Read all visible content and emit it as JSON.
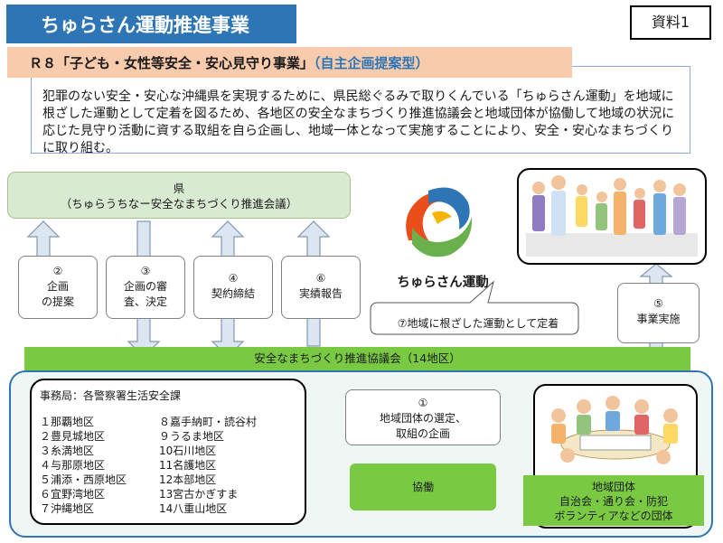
{
  "header": {
    "title": "ちゅらさん運動推進事業",
    "doc_label": "資料1"
  },
  "subtitle": {
    "main": "Ｒ８「子ども・女性等安全・安心見守り事業」",
    "note": "（自主企画提案型）"
  },
  "summary": "犯罪のない安全・安心な沖縄県を実現するために、県民総ぐるみで取りくんでいる「ちゅらさん運動」を地域に根ざした運動として定着を図るため、各地区の安全なまちづくり推進協議会と地域団体が協働して地域の状況に応じた見守り活動に資する取組を自ら企画し、地域一体となって実施することにより、安全・安心なまちづくりに取り組む。",
  "prefecture": {
    "name": "県",
    "council": "（ちゅらうちなー安全なまちづくり推進会議）"
  },
  "steps": [
    {
      "num": "②",
      "text": "企画\nの提案"
    },
    {
      "num": "③",
      "text": "企画の審\n査、決定"
    },
    {
      "num": "④",
      "text": "契約締結"
    },
    {
      "num": "⑥",
      "text": "実績報告"
    }
  ],
  "logo_text": "ちゅらさん運動",
  "callout": "⑦地域に根ざした運動として定着",
  "implementation": {
    "num": "⑤",
    "text": "事業実施"
  },
  "council_bar": "安全なまちづくり推進協議会（14地区）",
  "secretariat": "事務局：各警察署生活安全課",
  "districts_left": [
    "１那覇地区",
    "２豊見城地区",
    "３糸満地区",
    "４与那原地区",
    "５浦添・西原地区",
    "６宜野湾地区",
    "７沖縄地区"
  ],
  "districts_right": [
    "８嘉手納町・読谷村",
    "９うるま地区",
    "10石川地区",
    "11名護地区",
    "12本部地区",
    "13宮古かぎすま",
    "14八重山地区"
  ],
  "selection": {
    "num": "①",
    "text": "地域団体の選定、\n取組の企画"
  },
  "collaboration": "協働",
  "local_groups": {
    "title": "地域団体",
    "line1": "自治会・通り会・防犯",
    "line2": "ボランティアなどの団体"
  },
  "colors": {
    "banner_blue": "#2e75b6",
    "subtitle_bg": "#f8cbad",
    "green": "#7ac943",
    "pale_green": "#d9ead3",
    "arrow_fill": "#dce6f2",
    "arrow_stroke": "#8497b0"
  }
}
